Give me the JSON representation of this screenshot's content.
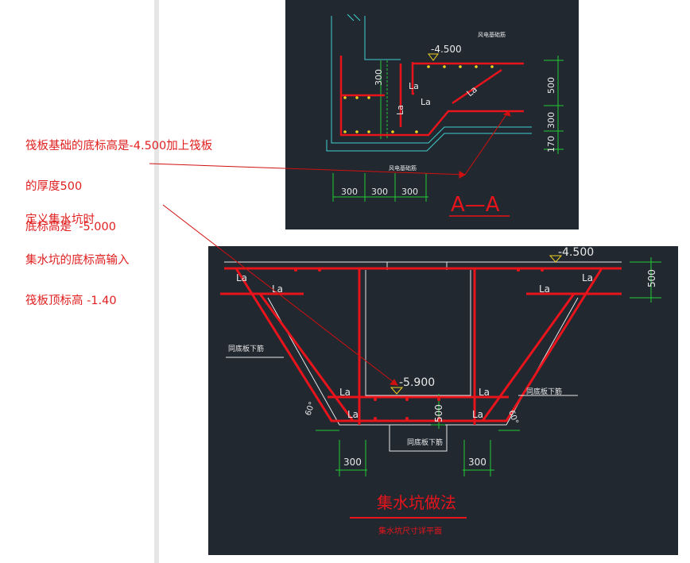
{
  "annotations": {
    "raft_note": {
      "lines": [
        "筏板基础的底标高是-4.500加上筏板",
        "的厚度500",
        "底标高是  -5.000"
      ]
    },
    "pit_note": {
      "lines": [
        "定义集水坑时",
        "集水坑的底标高输入",
        "筏板顶标高 -1.40"
      ]
    }
  },
  "section_aa": {
    "title": "A—A",
    "elevation": "-4.500",
    "top_label": "风电基础筋",
    "bottom_label": "风电基础筋",
    "dim_right": [
      "500",
      "300",
      "170"
    ],
    "dim_left": "300",
    "dim_bottom": [
      "300",
      "300",
      "300"
    ],
    "la_labels": [
      "La",
      "La",
      "La",
      "La"
    ]
  },
  "pit_detail": {
    "title": "集水坑做法",
    "subtitle": "集水坑尺寸详平面",
    "top_elevation": "-4.500",
    "bottom_elevation": "-5.900",
    "dim_right": "500",
    "dim_mid": "500",
    "dim_bottom": [
      "300",
      "300"
    ],
    "angle_left": "60°",
    "angle_right": "60°",
    "slope_label_left": "同底板下筋",
    "slope_label_right": "同底板下筋",
    "bottom_label": "同底板下筋",
    "la_labels": [
      "La",
      "La",
      "La",
      "La",
      "La",
      "La",
      "La",
      "La"
    ]
  },
  "colors": {
    "cad_bg": "#212830",
    "rebar": "#e8141c",
    "dim": "#22cc33",
    "outline": "#e8e8e8",
    "note": "#e02020"
  }
}
